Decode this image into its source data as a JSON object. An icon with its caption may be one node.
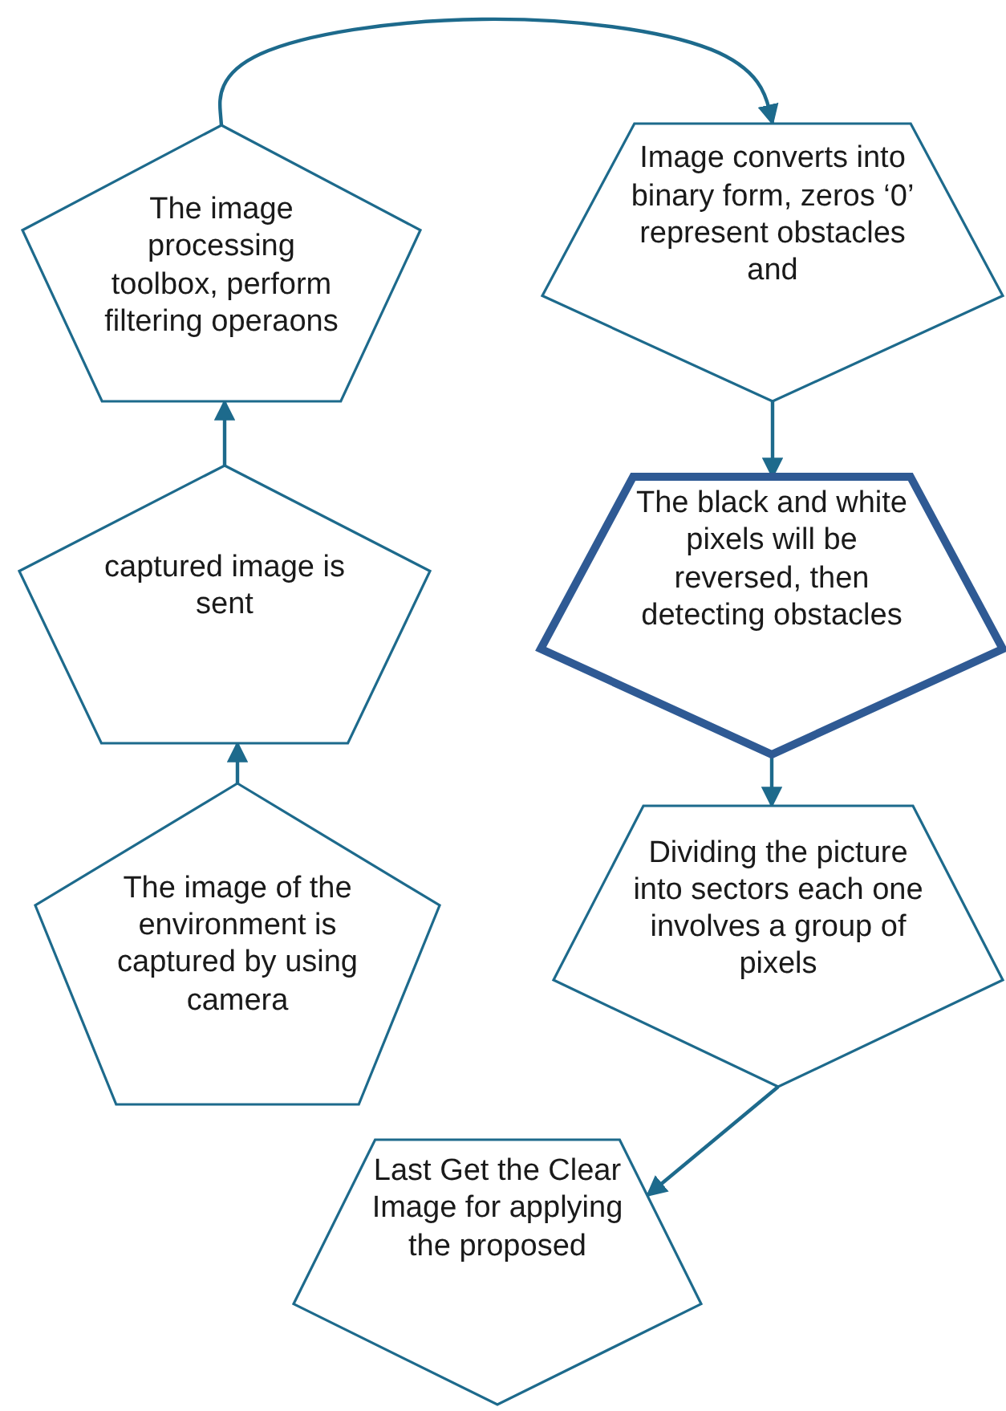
{
  "diagram": {
    "nodes": [
      {
        "text": [
          "The image of the environment is captured by using camera"
        ]
      },
      {
        "text": [
          "captured image is sent"
        ]
      },
      {
        "text": [
          "The image processing toolbox, perform filtering operaons"
        ]
      },
      {
        "text": [
          "Image converts into binary form, zeros ‘0’ represent obstacles and"
        ]
      },
      {
        "text": [
          "The black and white pixels will be reversed, then detecting obstacles"
        ]
      },
      {
        "text": [
          "Dividing the picture into sectors each one involves a group of pixels"
        ]
      },
      {
        "text": [
          "Last Get the Clear Image for applying the proposed"
        ]
      }
    ],
    "edges": [
      {
        "from": 0,
        "to": 1,
        "arrow": "to"
      },
      {
        "from": 1,
        "to": 2,
        "arrow": "to"
      },
      {
        "from": 2,
        "to": 3,
        "arrow": "to"
      },
      {
        "from": 3,
        "to": 4,
        "arrow": "to"
      },
      {
        "from": 4,
        "to": 5,
        "arrow": "to"
      },
      {
        "from": 5,
        "to": 6,
        "arrow": "to"
      }
    ]
  }
}
